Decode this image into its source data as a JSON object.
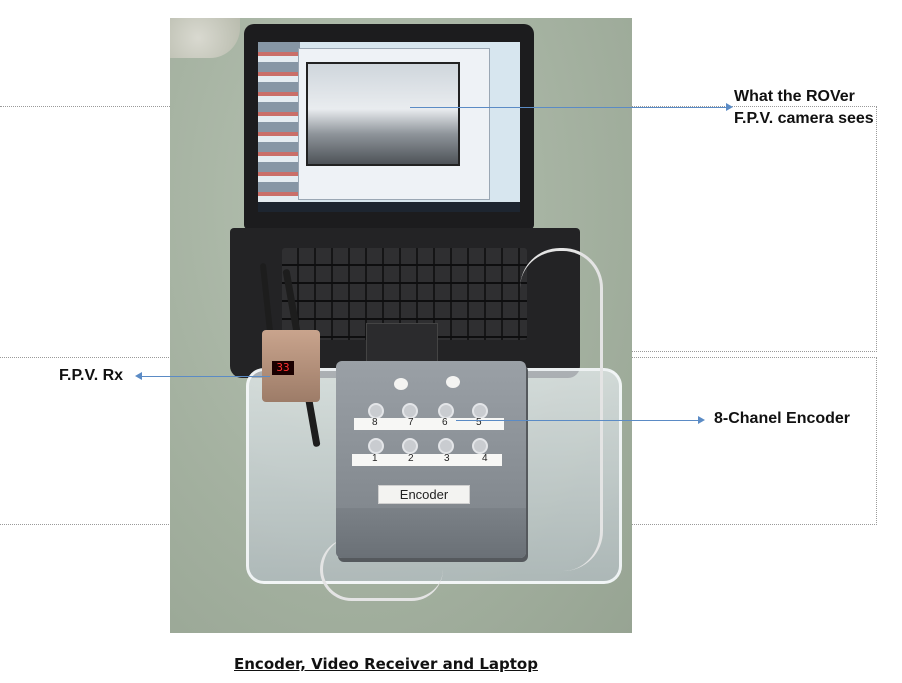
{
  "labels": {
    "camera_line1": "What the ROVer",
    "camera_line2": "F.P.V. camera sees",
    "rx": "F.P.V. Rx",
    "encoder": "8-Chanel Encoder"
  },
  "caption": "Encoder, Video Receiver and Laptop",
  "device": {
    "encoder_plate": "Encoder",
    "rx_display": "33",
    "top_strip_numbers": [
      "8",
      "7",
      "6",
      "5"
    ],
    "bottom_strip_numbers": [
      "1",
      "2",
      "3",
      "4"
    ]
  },
  "colors": {
    "callout": "#5b8bc5",
    "guide_border": "#9a9a9a"
  }
}
